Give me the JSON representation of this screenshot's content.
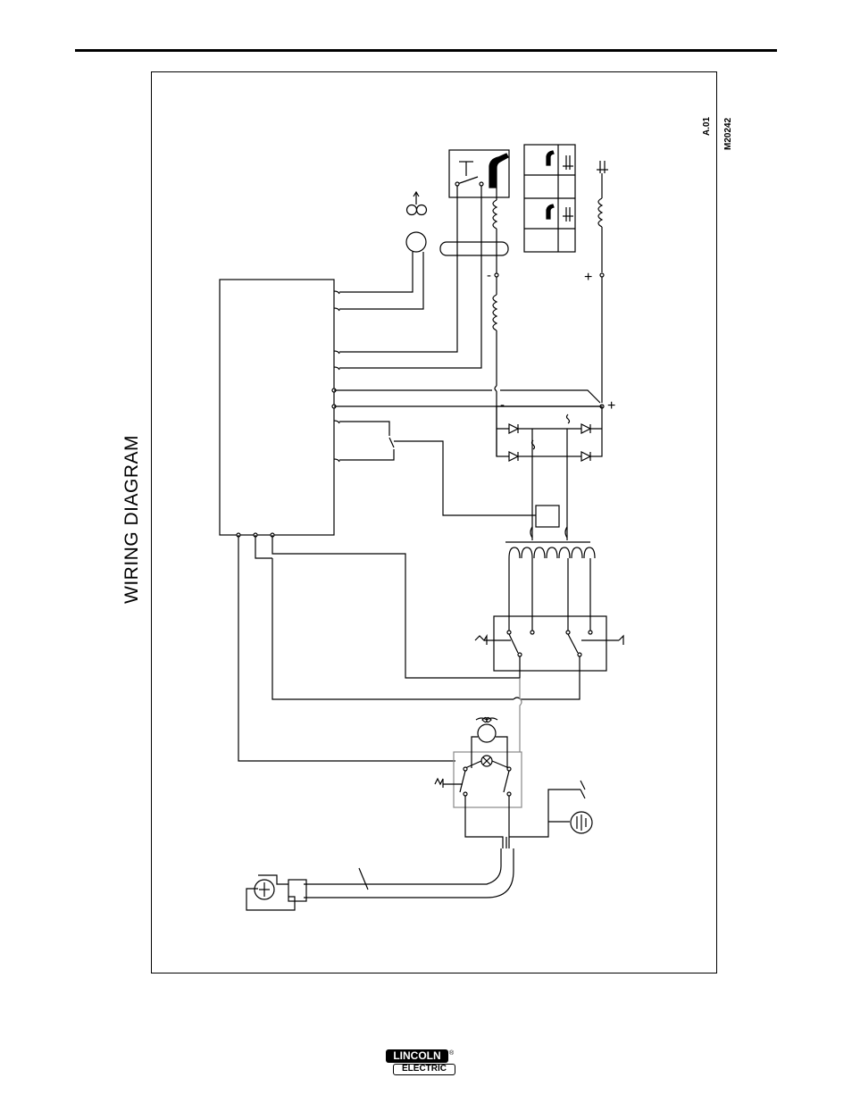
{
  "page": {
    "title": "WIRING DIAGRAM",
    "revision": "A.01",
    "drawing_number": "M20242"
  },
  "logo": {
    "line1": "LINCOLN",
    "line2": "ELECTRIC",
    "mark": "®"
  },
  "diagram": {
    "polarity_negative_output": "-",
    "polarity_positive_output": "+",
    "polarity_negative_rectifier": "-",
    "polarity_positive_rectifier": "+"
  }
}
